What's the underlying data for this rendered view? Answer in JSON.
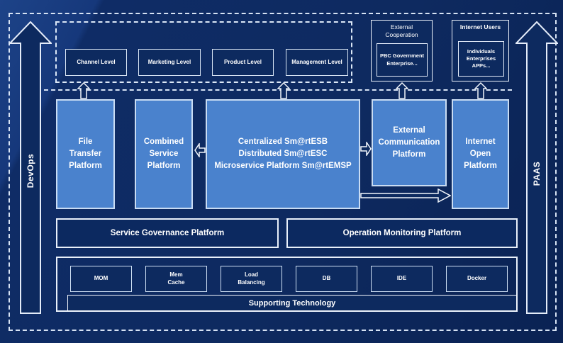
{
  "side_rails": {
    "left_label": "DevOps",
    "right_label": "PAAS"
  },
  "levels": {
    "items": [
      "Channel Level",
      "Marketing Level",
      "Product Level",
      "Management Level"
    ]
  },
  "top_right": {
    "external_cooperation": {
      "title": "External\nCooperation",
      "members": "PBC Government\nEnterprise..."
    },
    "internet_users": {
      "title": "Internet Users",
      "members": "Individuals\nEnterprises\nAPPs..."
    }
  },
  "platforms": {
    "file_transfer": "File\nTransfer\nPlatform",
    "combined_service": "Combined\nService\nPlatform",
    "esb_stack": "Centralized Sm@rtESB\nDistributed Sm@rtESC\nMicroservice Platform Sm@rtEMSP",
    "external_communication": "External\nCommunication\nPlatform",
    "internet_open": "Internet\nOpen\nPlatform"
  },
  "management_platforms": {
    "service_governance": "Service Governance Platform",
    "operation_monitoring": "Operation Monitoring Platform"
  },
  "supporting": {
    "technologies": [
      "MOM",
      "Mem\nCache",
      "Load\nBalancing",
      "DB",
      "IDE",
      "Docker"
    ],
    "bar_label": "Supporting Technology"
  },
  "colors": {
    "background": "#0e2a60",
    "panel_fill": "#0d2a5f",
    "platform_fill": "#4a82cd",
    "platform_border": "#c9dcf3",
    "outline": "#e9f0fa",
    "text": "#ffffff"
  }
}
